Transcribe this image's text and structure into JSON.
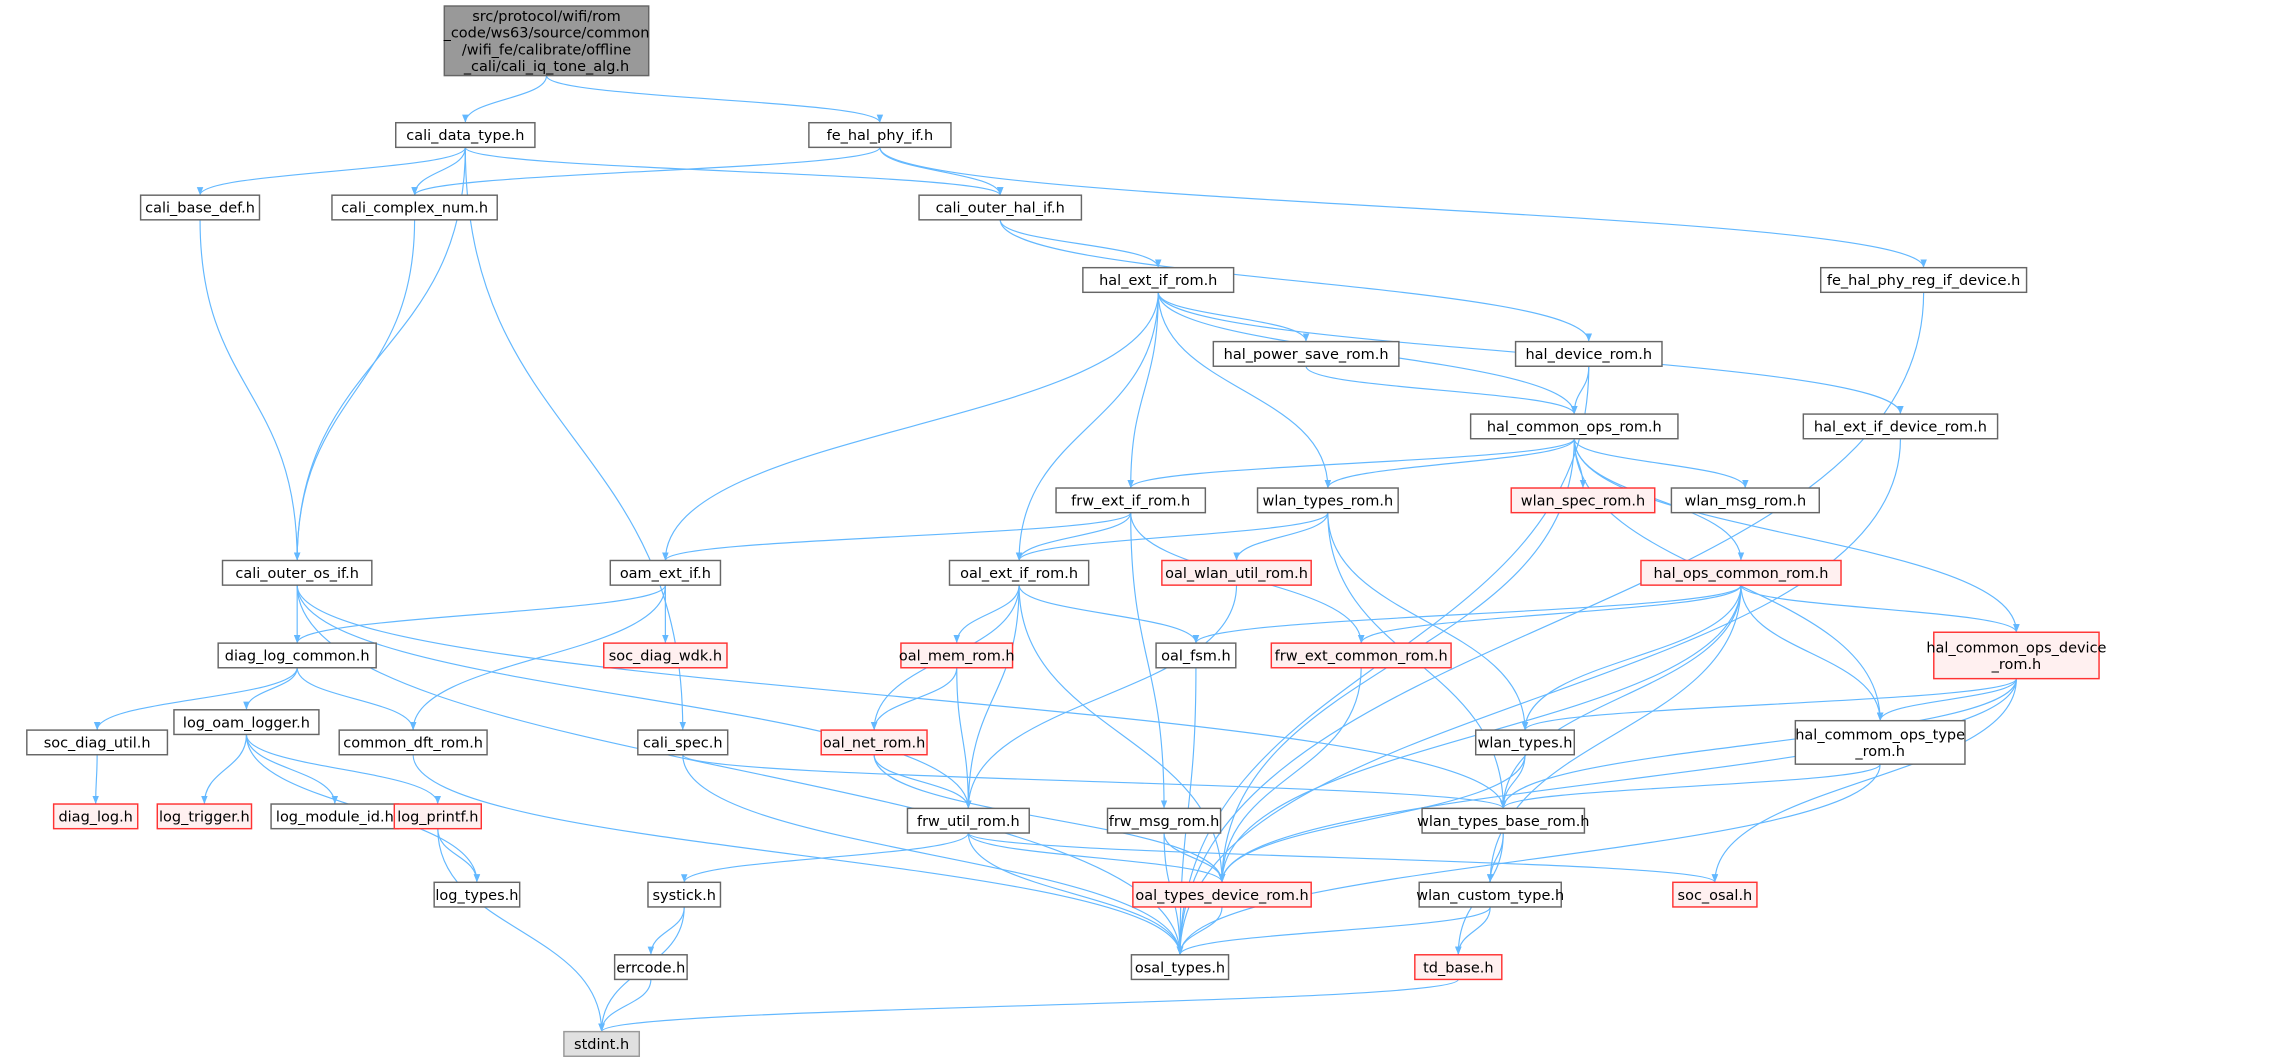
{
  "colors": {
    "edge": "#63b8ff",
    "normal_fill": "#ffffff",
    "normal_border": "#666666",
    "truncated_fill": "#fff0f0",
    "truncated_border": "#ff3333",
    "root_fill": "#999999",
    "external_fill": "#e0e0e0"
  },
  "nodes": [
    {
      "id": "root",
      "kind": "root",
      "lines": [
        "src/protocol/wifi/rom",
        "_code/ws63/source/common",
        "/wifi_fe/calibrate/offline",
        "_cali/cali_iq_tone_alg.h"
      ]
    },
    {
      "id": "cali_data_type",
      "kind": "normal",
      "lines": [
        "cali_data_type.h"
      ]
    },
    {
      "id": "fe_hal_phy_if",
      "kind": "normal",
      "lines": [
        "fe_hal_phy_if.h"
      ]
    },
    {
      "id": "cali_base_def",
      "kind": "normal",
      "lines": [
        "cali_base_def.h"
      ]
    },
    {
      "id": "cali_complex_num",
      "kind": "normal",
      "lines": [
        "cali_complex_num.h"
      ]
    },
    {
      "id": "cali_outer_hal_if",
      "kind": "normal",
      "lines": [
        "cali_outer_hal_if.h"
      ]
    },
    {
      "id": "fe_hal_phy_reg_if_device",
      "kind": "normal",
      "lines": [
        "fe_hal_phy_reg_if_device.h"
      ]
    },
    {
      "id": "hal_ext_if_rom",
      "kind": "normal",
      "lines": [
        "hal_ext_if_rom.h"
      ]
    },
    {
      "id": "hal_power_save_rom",
      "kind": "normal",
      "lines": [
        "hal_power_save_rom.h"
      ]
    },
    {
      "id": "hal_device_rom",
      "kind": "normal",
      "lines": [
        "hal_device_rom.h"
      ]
    },
    {
      "id": "hal_common_ops_rom",
      "kind": "normal",
      "lines": [
        "hal_common_ops_rom.h"
      ]
    },
    {
      "id": "hal_ext_if_device_rom",
      "kind": "normal",
      "lines": [
        "hal_ext_if_device_rom.h"
      ]
    },
    {
      "id": "frw_ext_if_rom",
      "kind": "normal",
      "lines": [
        "frw_ext_if_rom.h"
      ]
    },
    {
      "id": "wlan_types_rom",
      "kind": "normal",
      "lines": [
        "wlan_types_rom.h"
      ]
    },
    {
      "id": "wlan_spec_rom",
      "kind": "truncated",
      "lines": [
        "wlan_spec_rom.h"
      ]
    },
    {
      "id": "wlan_msg_rom",
      "kind": "normal",
      "lines": [
        "wlan_msg_rom.h"
      ]
    },
    {
      "id": "cali_outer_os_if",
      "kind": "normal",
      "lines": [
        "cali_outer_os_if.h"
      ]
    },
    {
      "id": "oam_ext_if",
      "kind": "normal",
      "lines": [
        "oam_ext_if.h"
      ]
    },
    {
      "id": "oal_ext_if_rom",
      "kind": "normal",
      "lines": [
        "oal_ext_if_rom.h"
      ]
    },
    {
      "id": "oal_wlan_util_rom",
      "kind": "truncated",
      "lines": [
        "oal_wlan_util_rom.h"
      ]
    },
    {
      "id": "hal_ops_common_rom",
      "kind": "truncated",
      "lines": [
        "hal_ops_common_rom.h"
      ]
    },
    {
      "id": "diag_log_common",
      "kind": "normal",
      "lines": [
        "diag_log_common.h"
      ]
    },
    {
      "id": "soc_diag_wdk",
      "kind": "truncated",
      "lines": [
        "soc_diag_wdk.h"
      ]
    },
    {
      "id": "oal_mem_rom",
      "kind": "truncated",
      "lines": [
        "oal_mem_rom.h"
      ]
    },
    {
      "id": "oal_fsm",
      "kind": "normal",
      "lines": [
        "oal_fsm.h"
      ]
    },
    {
      "id": "frw_ext_common_rom",
      "kind": "truncated",
      "lines": [
        "frw_ext_common_rom.h"
      ]
    },
    {
      "id": "hal_common_ops_device_rom",
      "kind": "truncated",
      "lines": [
        "hal_common_ops_device",
        "_rom.h"
      ]
    },
    {
      "id": "soc_diag_util",
      "kind": "normal",
      "lines": [
        "soc_diag_util.h"
      ]
    },
    {
      "id": "log_oam_logger",
      "kind": "normal",
      "lines": [
        "log_oam_logger.h"
      ]
    },
    {
      "id": "common_dft_rom",
      "kind": "normal",
      "lines": [
        "common_dft_rom.h"
      ]
    },
    {
      "id": "cali_spec",
      "kind": "normal",
      "lines": [
        "cali_spec.h"
      ]
    },
    {
      "id": "oal_net_rom",
      "kind": "truncated",
      "lines": [
        "oal_net_rom.h"
      ]
    },
    {
      "id": "wlan_types",
      "kind": "normal",
      "lines": [
        "wlan_types.h"
      ]
    },
    {
      "id": "hal_commom_ops_type_rom",
      "kind": "normal",
      "lines": [
        "hal_commom_ops_type",
        "_rom.h"
      ]
    },
    {
      "id": "diag_log",
      "kind": "truncated",
      "lines": [
        "diag_log.h"
      ]
    },
    {
      "id": "log_trigger",
      "kind": "truncated",
      "lines": [
        "log_trigger.h"
      ]
    },
    {
      "id": "log_module_id",
      "kind": "normal",
      "lines": [
        "log_module_id.h"
      ]
    },
    {
      "id": "log_printf",
      "kind": "truncated",
      "lines": [
        "log_printf.h"
      ]
    },
    {
      "id": "frw_util_rom",
      "kind": "normal",
      "lines": [
        "frw_util_rom.h"
      ]
    },
    {
      "id": "frw_msg_rom",
      "kind": "normal",
      "lines": [
        "frw_msg_rom.h"
      ]
    },
    {
      "id": "wlan_types_base_rom",
      "kind": "normal",
      "lines": [
        "wlan_types_base_rom.h"
      ]
    },
    {
      "id": "log_types",
      "kind": "normal",
      "lines": [
        "log_types.h"
      ]
    },
    {
      "id": "systick",
      "kind": "normal",
      "lines": [
        "systick.h"
      ]
    },
    {
      "id": "oal_types_device_rom",
      "kind": "truncated",
      "lines": [
        "oal_types_device_rom.h"
      ]
    },
    {
      "id": "wlan_custom_type",
      "kind": "normal",
      "lines": [
        "wlan_custom_type.h"
      ]
    },
    {
      "id": "soc_osal",
      "kind": "truncated",
      "lines": [
        "soc_osal.h"
      ]
    },
    {
      "id": "errcode",
      "kind": "normal",
      "lines": [
        "errcode.h"
      ]
    },
    {
      "id": "osal_types",
      "kind": "normal",
      "lines": [
        "osal_types.h"
      ]
    },
    {
      "id": "td_base",
      "kind": "truncated",
      "lines": [
        "td_base.h"
      ]
    },
    {
      "id": "stdint",
      "kind": "external",
      "lines": [
        "stdint.h"
      ]
    }
  ],
  "edges": [
    [
      "root",
      "cali_data_type"
    ],
    [
      "root",
      "fe_hal_phy_if"
    ],
    [
      "cali_data_type",
      "cali_base_def"
    ],
    [
      "cali_data_type",
      "cali_complex_num"
    ],
    [
      "cali_data_type",
      "cali_outer_os_if"
    ],
    [
      "cali_data_type",
      "cali_spec"
    ],
    [
      "cali_data_type",
      "cali_outer_hal_if"
    ],
    [
      "fe_hal_phy_if",
      "cali_complex_num"
    ],
    [
      "fe_hal_phy_if",
      "cali_outer_hal_if"
    ],
    [
      "fe_hal_phy_if",
      "fe_hal_phy_reg_if_device"
    ],
    [
      "cali_base_def",
      "cali_outer_os_if"
    ],
    [
      "cali_complex_num",
      "cali_outer_os_if"
    ],
    [
      "cali_outer_hal_if",
      "hal_ext_if_rom"
    ],
    [
      "cali_outer_hal_if",
      "hal_device_rom"
    ],
    [
      "fe_hal_phy_reg_if_device",
      "osal_types"
    ],
    [
      "hal_ext_if_rom",
      "hal_power_save_rom"
    ],
    [
      "hal_ext_if_rom",
      "hal_common_ops_rom"
    ],
    [
      "hal_ext_if_rom",
      "hal_ext_if_device_rom"
    ],
    [
      "hal_ext_if_rom",
      "frw_ext_if_rom"
    ],
    [
      "hal_ext_if_rom",
      "wlan_types_rom"
    ],
    [
      "hal_ext_if_rom",
      "oal_ext_if_rom"
    ],
    [
      "hal_ext_if_rom",
      "oam_ext_if"
    ],
    [
      "hal_power_save_rom",
      "hal_common_ops_rom"
    ],
    [
      "hal_device_rom",
      "hal_common_ops_rom"
    ],
    [
      "hal_device_rom",
      "osal_types"
    ],
    [
      "hal_ext_if_device_rom",
      "osal_types"
    ],
    [
      "hal_common_ops_rom",
      "frw_ext_if_rom"
    ],
    [
      "hal_common_ops_rom",
      "wlan_types_rom"
    ],
    [
      "hal_common_ops_rom",
      "wlan_spec_rom"
    ],
    [
      "hal_common_ops_rom",
      "wlan_msg_rom"
    ],
    [
      "hal_common_ops_rom",
      "hal_ops_common_rom"
    ],
    [
      "hal_common_ops_rom",
      "hal_common_ops_device_rom"
    ],
    [
      "hal_common_ops_rom",
      "hal_commom_ops_type_rom"
    ],
    [
      "hal_common_ops_rom",
      "oal_types_device_rom"
    ],
    [
      "frw_ext_if_rom",
      "oam_ext_if"
    ],
    [
      "frw_ext_if_rom",
      "oal_ext_if_rom"
    ],
    [
      "frw_ext_if_rom",
      "frw_ext_common_rom"
    ],
    [
      "frw_ext_if_rom",
      "frw_msg_rom"
    ],
    [
      "wlan_types_rom",
      "oal_ext_if_rom"
    ],
    [
      "wlan_types_rom",
      "oal_wlan_util_rom"
    ],
    [
      "wlan_types_rom",
      "wlan_types"
    ],
    [
      "wlan_types_rom",
      "wlan_types_base_rom"
    ],
    [
      "cali_outer_os_if",
      "diag_log_common"
    ],
    [
      "cali_outer_os_if",
      "frw_util_rom"
    ],
    [
      "cali_outer_os_if",
      "wlan_types_base_rom"
    ],
    [
      "cali_outer_os_if",
      "osal_types"
    ],
    [
      "oam_ext_if",
      "diag_log_common"
    ],
    [
      "oam_ext_if",
      "soc_diag_wdk"
    ],
    [
      "oam_ext_if",
      "common_dft_rom"
    ],
    [
      "oal_ext_if_rom",
      "oal_mem_rom"
    ],
    [
      "oal_ext_if_rom",
      "oal_net_rom"
    ],
    [
      "oal_ext_if_rom",
      "oal_fsm"
    ],
    [
      "oal_ext_if_rom",
      "frw_util_rom"
    ],
    [
      "oal_ext_if_rom",
      "oal_types_device_rom"
    ],
    [
      "oal_wlan_util_rom",
      "frw_util_rom"
    ],
    [
      "hal_ops_common_rom",
      "oal_fsm"
    ],
    [
      "hal_ops_common_rom",
      "frw_ext_common_rom"
    ],
    [
      "hal_ops_common_rom",
      "hal_common_ops_device_rom"
    ],
    [
      "hal_ops_common_rom",
      "wlan_types"
    ],
    [
      "hal_ops_common_rom",
      "wlan_types_base_rom"
    ],
    [
      "hal_ops_common_rom",
      "hal_commom_ops_type_rom"
    ],
    [
      "hal_ops_common_rom",
      "oal_types_device_rom"
    ],
    [
      "hal_ops_common_rom",
      "wlan_custom_type"
    ],
    [
      "diag_log_common",
      "soc_diag_util"
    ],
    [
      "diag_log_common",
      "log_oam_logger"
    ],
    [
      "diag_log_common",
      "common_dft_rom"
    ],
    [
      "oal_mem_rom",
      "oal_net_rom"
    ],
    [
      "oal_mem_rom",
      "frw_util_rom"
    ],
    [
      "oal_fsm",
      "osal_types"
    ],
    [
      "frw_ext_common_rom",
      "oal_types_device_rom"
    ],
    [
      "hal_common_ops_device_rom",
      "wlan_types"
    ],
    [
      "hal_common_ops_device_rom",
      "hal_commom_ops_type_rom"
    ],
    [
      "hal_common_ops_device_rom",
      "wlan_types_base_rom"
    ],
    [
      "hal_common_ops_device_rom",
      "oal_types_device_rom"
    ],
    [
      "hal_common_ops_device_rom",
      "soc_osal"
    ],
    [
      "soc_diag_util",
      "diag_log"
    ],
    [
      "log_oam_logger",
      "log_trigger"
    ],
    [
      "log_oam_logger",
      "log_module_id"
    ],
    [
      "log_oam_logger",
      "log_printf"
    ],
    [
      "log_oam_logger",
      "log_types"
    ],
    [
      "common_dft_rom",
      "osal_types"
    ],
    [
      "cali_spec",
      "wlan_types_base_rom"
    ],
    [
      "cali_spec",
      "osal_types"
    ],
    [
      "oal_net_rom",
      "frw_util_rom"
    ],
    [
      "oal_net_rom",
      "oal_types_device_rom"
    ],
    [
      "wlan_types",
      "wlan_types_base_rom"
    ],
    [
      "wlan_types",
      "oal_types_device_rom"
    ],
    [
      "hal_commom_ops_type_rom",
      "wlan_types_base_rom"
    ],
    [
      "hal_commom_ops_type_rom",
      "osal_types"
    ],
    [
      "log_printf",
      "log_types"
    ],
    [
      "log_printf",
      "stdint"
    ],
    [
      "frw_util_rom",
      "systick"
    ],
    [
      "frw_util_rom",
      "oal_types_device_rom"
    ],
    [
      "frw_util_rom",
      "osal_types"
    ],
    [
      "frw_util_rom",
      "soc_osal"
    ],
    [
      "frw_msg_rom",
      "oal_types_device_rom"
    ],
    [
      "frw_msg_rom",
      "osal_types"
    ],
    [
      "wlan_types_base_rom",
      "wlan_custom_type"
    ],
    [
      "wlan_types_base_rom",
      "td_base"
    ],
    [
      "systick",
      "errcode"
    ],
    [
      "systick",
      "stdint"
    ],
    [
      "oal_types_device_rom",
      "osal_types"
    ],
    [
      "wlan_custom_type",
      "osal_types"
    ],
    [
      "wlan_custom_type",
      "td_base"
    ],
    [
      "errcode",
      "stdint"
    ],
    [
      "td_base",
      "stdint"
    ]
  ]
}
